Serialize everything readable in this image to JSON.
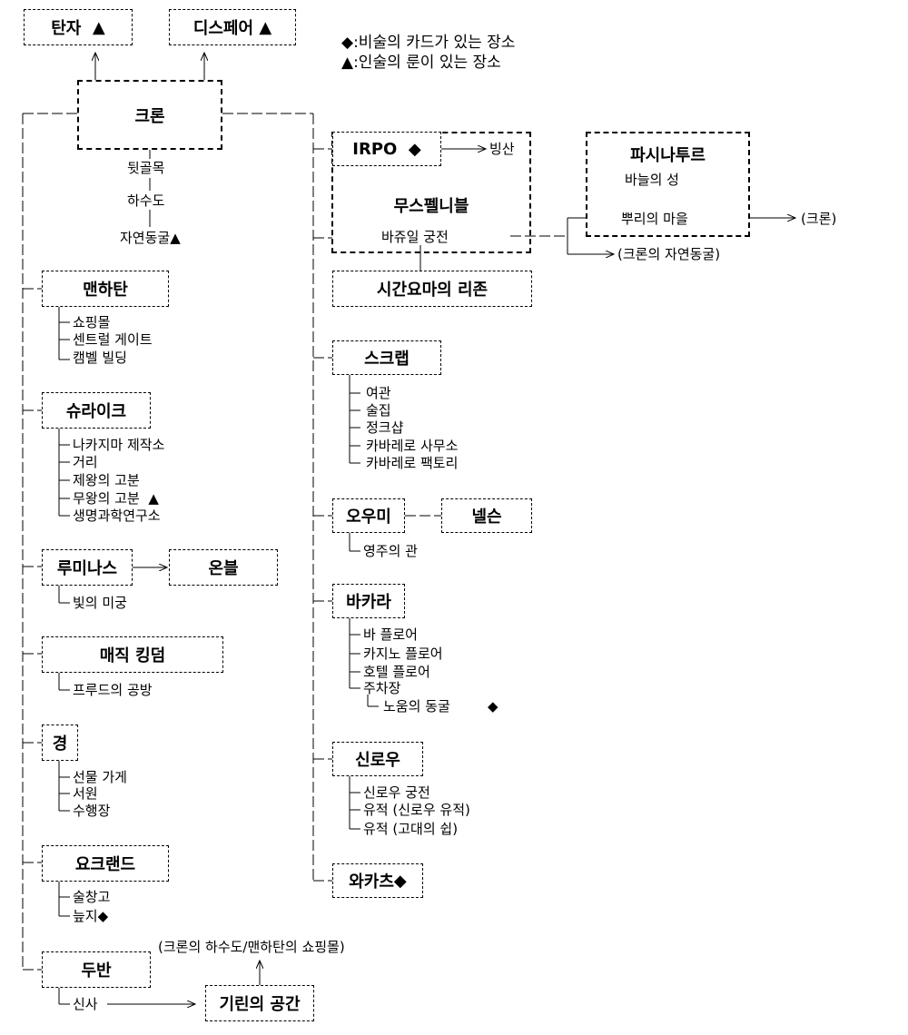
{
  "legend": {
    "card": {
      "symbol": "◆",
      "text": ":비술의 카드가 있는 장소"
    },
    "rune": {
      "symbol": "▲",
      "text": ":인술의 룬이 있는 장소"
    }
  },
  "top_boxes": {
    "tanza": {
      "label": "탄자",
      "mark": "▲"
    },
    "dispair": {
      "label": "디스페어",
      "mark": "▲"
    }
  },
  "crone": {
    "label": "크론",
    "subs": [
      "뒷골목",
      "하수도",
      "자연동굴"
    ],
    "sub_mark": "▲"
  },
  "manhattan": {
    "label": "맨하탄",
    "subs": [
      "쇼핑몰",
      "센트럴 게이트",
      "캠벨 빌딩"
    ]
  },
  "shuraik": {
    "label": "슈라이크",
    "subs": [
      "나카지마 제작소",
      "거리",
      "제왕의 고분",
      "무왕의 고분",
      "생명과학연구소"
    ],
    "mark": "▲"
  },
  "luminas": {
    "label": "루미나스",
    "subs": [
      "빛의 미궁"
    ],
    "next": "온블"
  },
  "magic_kingdom": {
    "label": "매직 킹덤",
    "subs": [
      "프루드의 공방"
    ]
  },
  "kyung": {
    "label": "경",
    "subs": [
      "선물 가게",
      "서원",
      "수행장"
    ]
  },
  "yokoland": {
    "label": "요크랜드",
    "subs": [
      "술창고",
      "늪지"
    ],
    "mark": "◆"
  },
  "duban": {
    "label": "두반",
    "subs": [
      "신사"
    ],
    "dest": "기린의 공간",
    "dest_note": "(크론의 하수도/맨하탄의 쇼핑몰)"
  },
  "irpo": {
    "label": "IRPO",
    "mark": "◆",
    "dest": "빙산"
  },
  "musphelnible": {
    "label": "무스펠니블",
    "sub": "바쥬일 궁전",
    "child": "시간요마의 리존"
  },
  "pasinatur": {
    "label": "파시나투르",
    "subs": [
      "바늘의 성",
      "뿌리의 마을"
    ],
    "exit": "(크론)",
    "back": "(크론의 자연동굴)"
  },
  "scrap": {
    "label": "스크랩",
    "subs": [
      "여관",
      "술집",
      "정크샵",
      "카바레로 사무소",
      "카바레로 팩토리"
    ]
  },
  "oumi": {
    "label": "오우미",
    "subs": [
      "영주의 관"
    ],
    "next": "넬슨"
  },
  "bacarra": {
    "label": "바카라",
    "subs": [
      "바 플로어",
      "카지노 플로어",
      "호텔 플로어",
      "주차장"
    ],
    "deep": "노움의 동굴",
    "mark": "◆"
  },
  "shinrou": {
    "label": "신로우",
    "subs": [
      "신로우 궁전",
      "유적 (신로우 유적)",
      "유적 (고대의 쉽)"
    ]
  },
  "wakatsu": {
    "label": "와카츠",
    "mark": "◆"
  }
}
